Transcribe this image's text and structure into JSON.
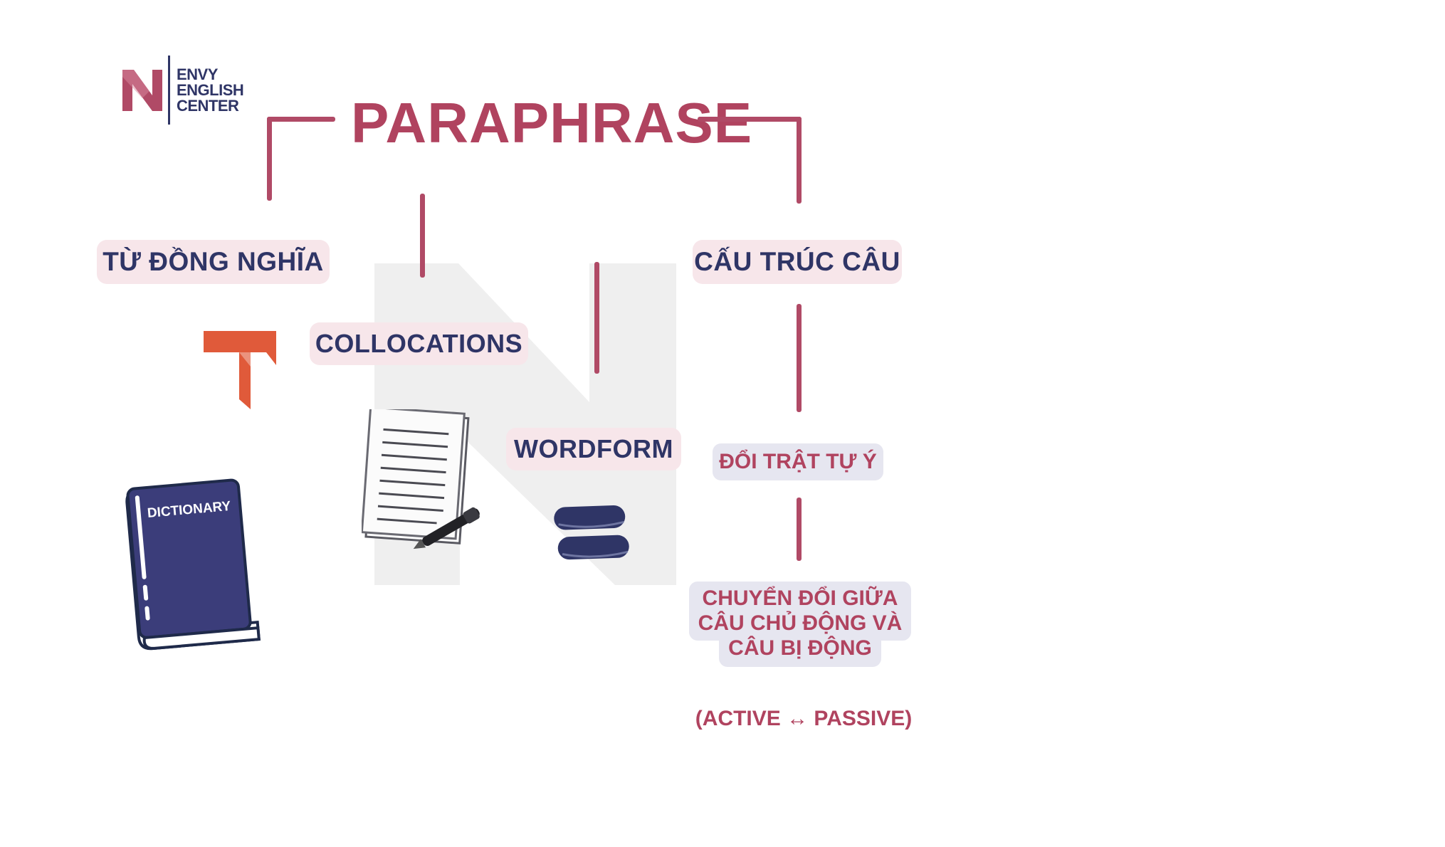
{
  "logo": {
    "lines": [
      "ENVY",
      "ENGLISH",
      "CENTER"
    ]
  },
  "title": "PARAPHRASE",
  "branches": {
    "synonyms": "TỪ ĐỒNG NGHĨA",
    "collocations": "COLLOCATIONS",
    "wordform": "WORDFORM",
    "sentence_structure": "CẤU TRÚC CÂU"
  },
  "structure_items": {
    "reorder_ideas": "ĐỔI TRẬT TỰ Ý",
    "active_passive": {
      "lines": [
        "CHUYỂN ĐỔI GIỮA",
        "CÂU CHỦ ĐỘNG VÀ",
        "CÂU BỊ ĐỘNG"
      ]
    },
    "note": "(ACTIVE ↔ PASSIVE)"
  },
  "dictionary_label": "DICTIONARY",
  "colors": {
    "accent": "#b04a66",
    "navy": "#2f3566",
    "pill_pink": "#f7e6ea",
    "pill_grey": "#e6e6f0",
    "orange": "#e05a3a"
  },
  "icons": [
    "envy-logo-icon",
    "translate-t-icon",
    "dictionary-book-icon",
    "writing-paper-pen-icon",
    "equals-sign-icon",
    "watermark-n-icon"
  ]
}
